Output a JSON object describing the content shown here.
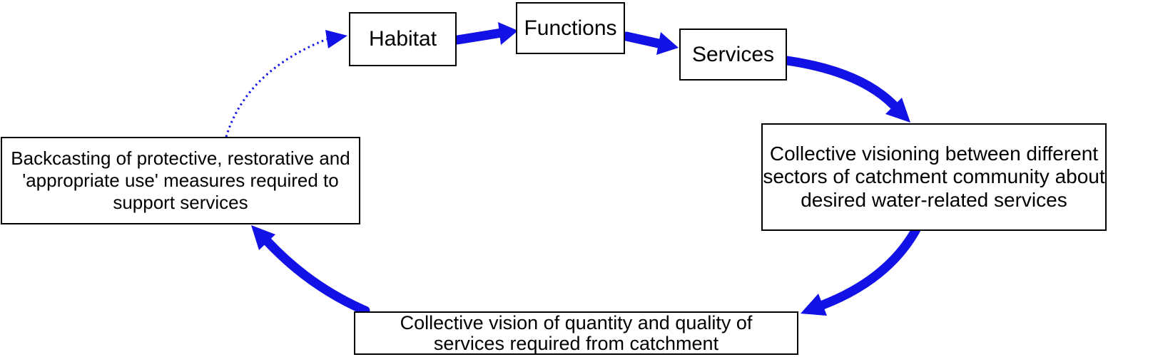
{
  "diagram": {
    "accent_color": "#1212e6",
    "outline_color": "#000000",
    "background_color": "#ffffff",
    "nodes": {
      "habitat": {
        "label": "Habitat"
      },
      "functions": {
        "label": "Functions"
      },
      "services": {
        "label": "Services"
      },
      "visioning": {
        "label": "Collective visioning between different\nsectors of catchment community about\ndesired water-related services"
      },
      "vision": {
        "label": "Collective vision of quantity and quality of\nservices required from catchment"
      },
      "backcasting": {
        "label": "Backcasting of protective, restorative and\n'appropriate use' measures required to\nsupport services"
      }
    },
    "edges": [
      {
        "from": "habitat",
        "to": "functions",
        "style": "solid-thick"
      },
      {
        "from": "functions",
        "to": "services",
        "style": "solid-thick"
      },
      {
        "from": "services",
        "to": "visioning",
        "style": "solid-thick-curved"
      },
      {
        "from": "visioning",
        "to": "vision",
        "style": "solid-thick-curved"
      },
      {
        "from": "vision",
        "to": "backcasting",
        "style": "solid-thick-curved"
      },
      {
        "from": "backcasting",
        "to": "habitat",
        "style": "dotted-thin-curved"
      }
    ]
  }
}
